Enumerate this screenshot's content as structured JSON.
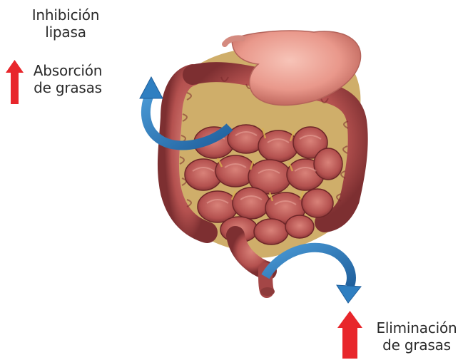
{
  "labels": {
    "inhibition_line1": "Inhibición",
    "inhibition_line2": "lipasa",
    "absorption_line1": "Absorción",
    "absorption_line2": "de grasas",
    "elimination_line1": "Eliminación",
    "elimination_line2": "de grasas"
  },
  "indicators": {
    "absorption": "up",
    "elimination": "up"
  },
  "colors": {
    "indicator_arrow": "#e8262b",
    "curved_arrow": "#2f7fc1",
    "intestine": "#c8605e",
    "stomach": "#e89a8e",
    "fat_tissue": "#d6b45c"
  }
}
